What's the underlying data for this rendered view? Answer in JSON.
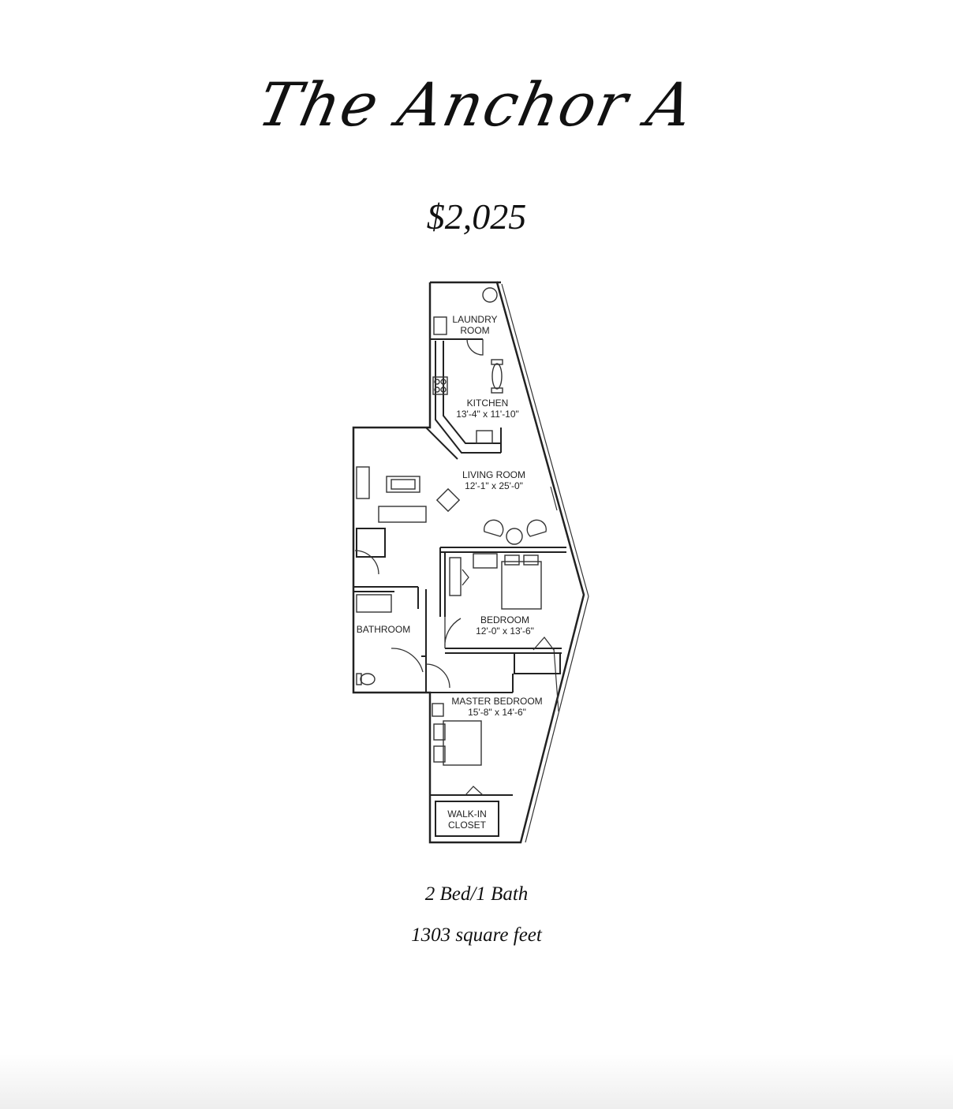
{
  "title": "The Anchor A",
  "price": "$2,025",
  "rooms": {
    "laundry_line1": "LAUNDRY",
    "laundry_line2": "ROOM",
    "kitchen": "KITCHEN",
    "kitchen_dims": "13'-4\" x 11'-10\"",
    "living": "LIVING ROOM",
    "living_dims": "12'-1\" x 25'-0\"",
    "bedroom": "BEDROOM",
    "bedroom_dims": "12'-0\" x 13'-6\"",
    "bathroom": "BATHROOM",
    "master": "MASTER BEDROOM",
    "master_dims": "15'-8\" x 14'-6\"",
    "closet_line1": "WALK-IN",
    "closet_line2": "CLOSET"
  },
  "details": {
    "beds_baths": "2 Bed/1 Bath",
    "square_feet": "1303 square feet"
  }
}
